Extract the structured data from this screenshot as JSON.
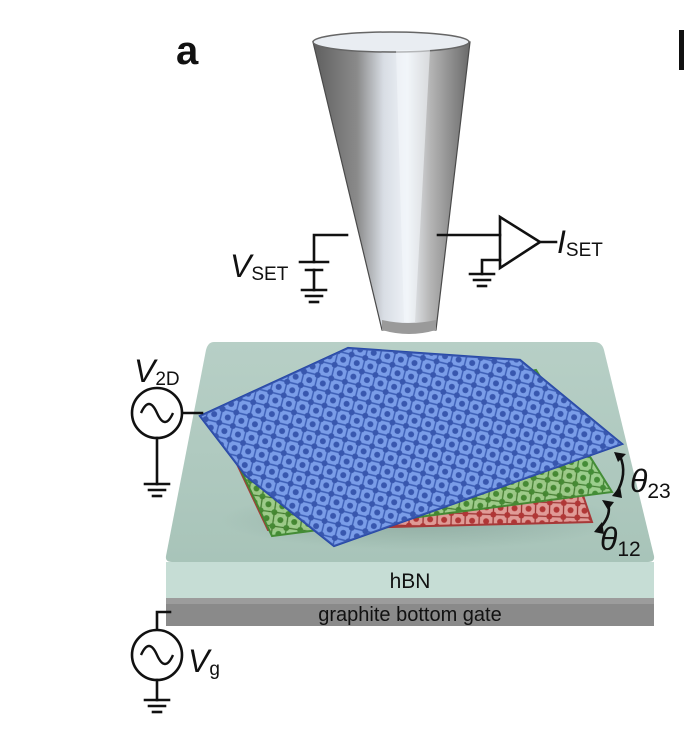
{
  "panel_label": "a",
  "labels": {
    "v_set_main": "V",
    "v_set_sub": "SET",
    "i_set_main": "I",
    "i_set_sub": "SET",
    "v_2d_main": "V",
    "v_2d_sub": "2D",
    "v_g_main": "V",
    "v_g_sub": "g",
    "theta23_main": "θ",
    "theta23_sub": "23",
    "theta12_main": "θ",
    "theta12_sub": "12",
    "hbn": "hBN",
    "graphite": "graphite bottom gate"
  },
  "colors": {
    "hbn_top": "#b6cec4",
    "hbn_front": "#c7ddd6",
    "graphite": "#8c8c8c",
    "layer_top": "#3f6fd8",
    "layer_mid": "#4f9a3e",
    "layer_bottom": "#c0393a",
    "tip": "#8e8e8e"
  }
}
